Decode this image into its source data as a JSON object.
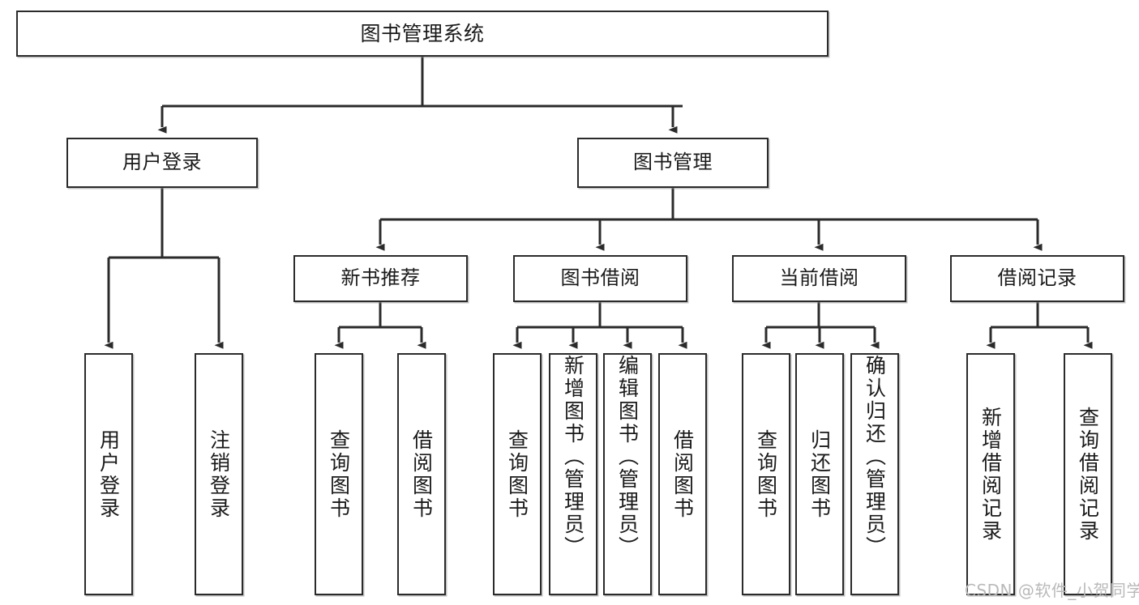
{
  "diagram": {
    "title": "图书管理系统",
    "type": "tree",
    "orientation": "top-down",
    "colors": {
      "box_border": "#2b2b2b",
      "box_fill": "#ffffff",
      "connector": "#2b2b2b",
      "text": "#1a1a1a",
      "watermark": "#b9b9b9",
      "background": "#ffffff"
    },
    "nodes": {
      "root": {
        "label": "图书管理系统"
      },
      "level2": [
        {
          "label": "用户登录"
        },
        {
          "label": "图书管理"
        }
      ],
      "level3": [
        {
          "label": "新书推荐"
        },
        {
          "label": "图书借阅"
        },
        {
          "label": "当前借阅"
        },
        {
          "label": "借阅记录"
        }
      ],
      "leaves": {
        "user_login": [
          {
            "label": "用户登录"
          },
          {
            "label": "注销登录"
          }
        ],
        "new_book_recommend": [
          {
            "label": "查询图书"
          },
          {
            "label": "借阅图书"
          }
        ],
        "book_borrow": [
          {
            "label": "查询图书"
          },
          {
            "label": "新增图书（管理员）"
          },
          {
            "label": "编辑图书（管理员）"
          },
          {
            "label": "借阅图书"
          }
        ],
        "current_borrow": [
          {
            "label": "查询图书"
          },
          {
            "label": "归还图书"
          },
          {
            "label": "确认归还（管理员）"
          }
        ],
        "borrow_record": [
          {
            "label": "新增借阅记录"
          },
          {
            "label": "查询借阅记录"
          }
        ]
      }
    }
  },
  "watermark": {
    "text": "CSDN @软件_小贺同学"
  }
}
